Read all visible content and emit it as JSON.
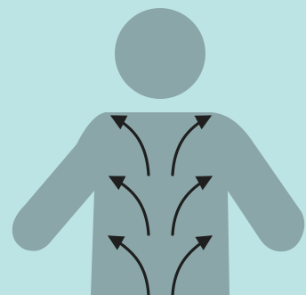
{
  "colors": {
    "background": "#bde4e4",
    "silhouette": "#8aa6a8",
    "arrow": "#1f1f1f"
  },
  "figure": {
    "subject": "human-upper-body-silhouette",
    "arrow_pairs": 3,
    "arrow_direction": "upward-outward"
  }
}
